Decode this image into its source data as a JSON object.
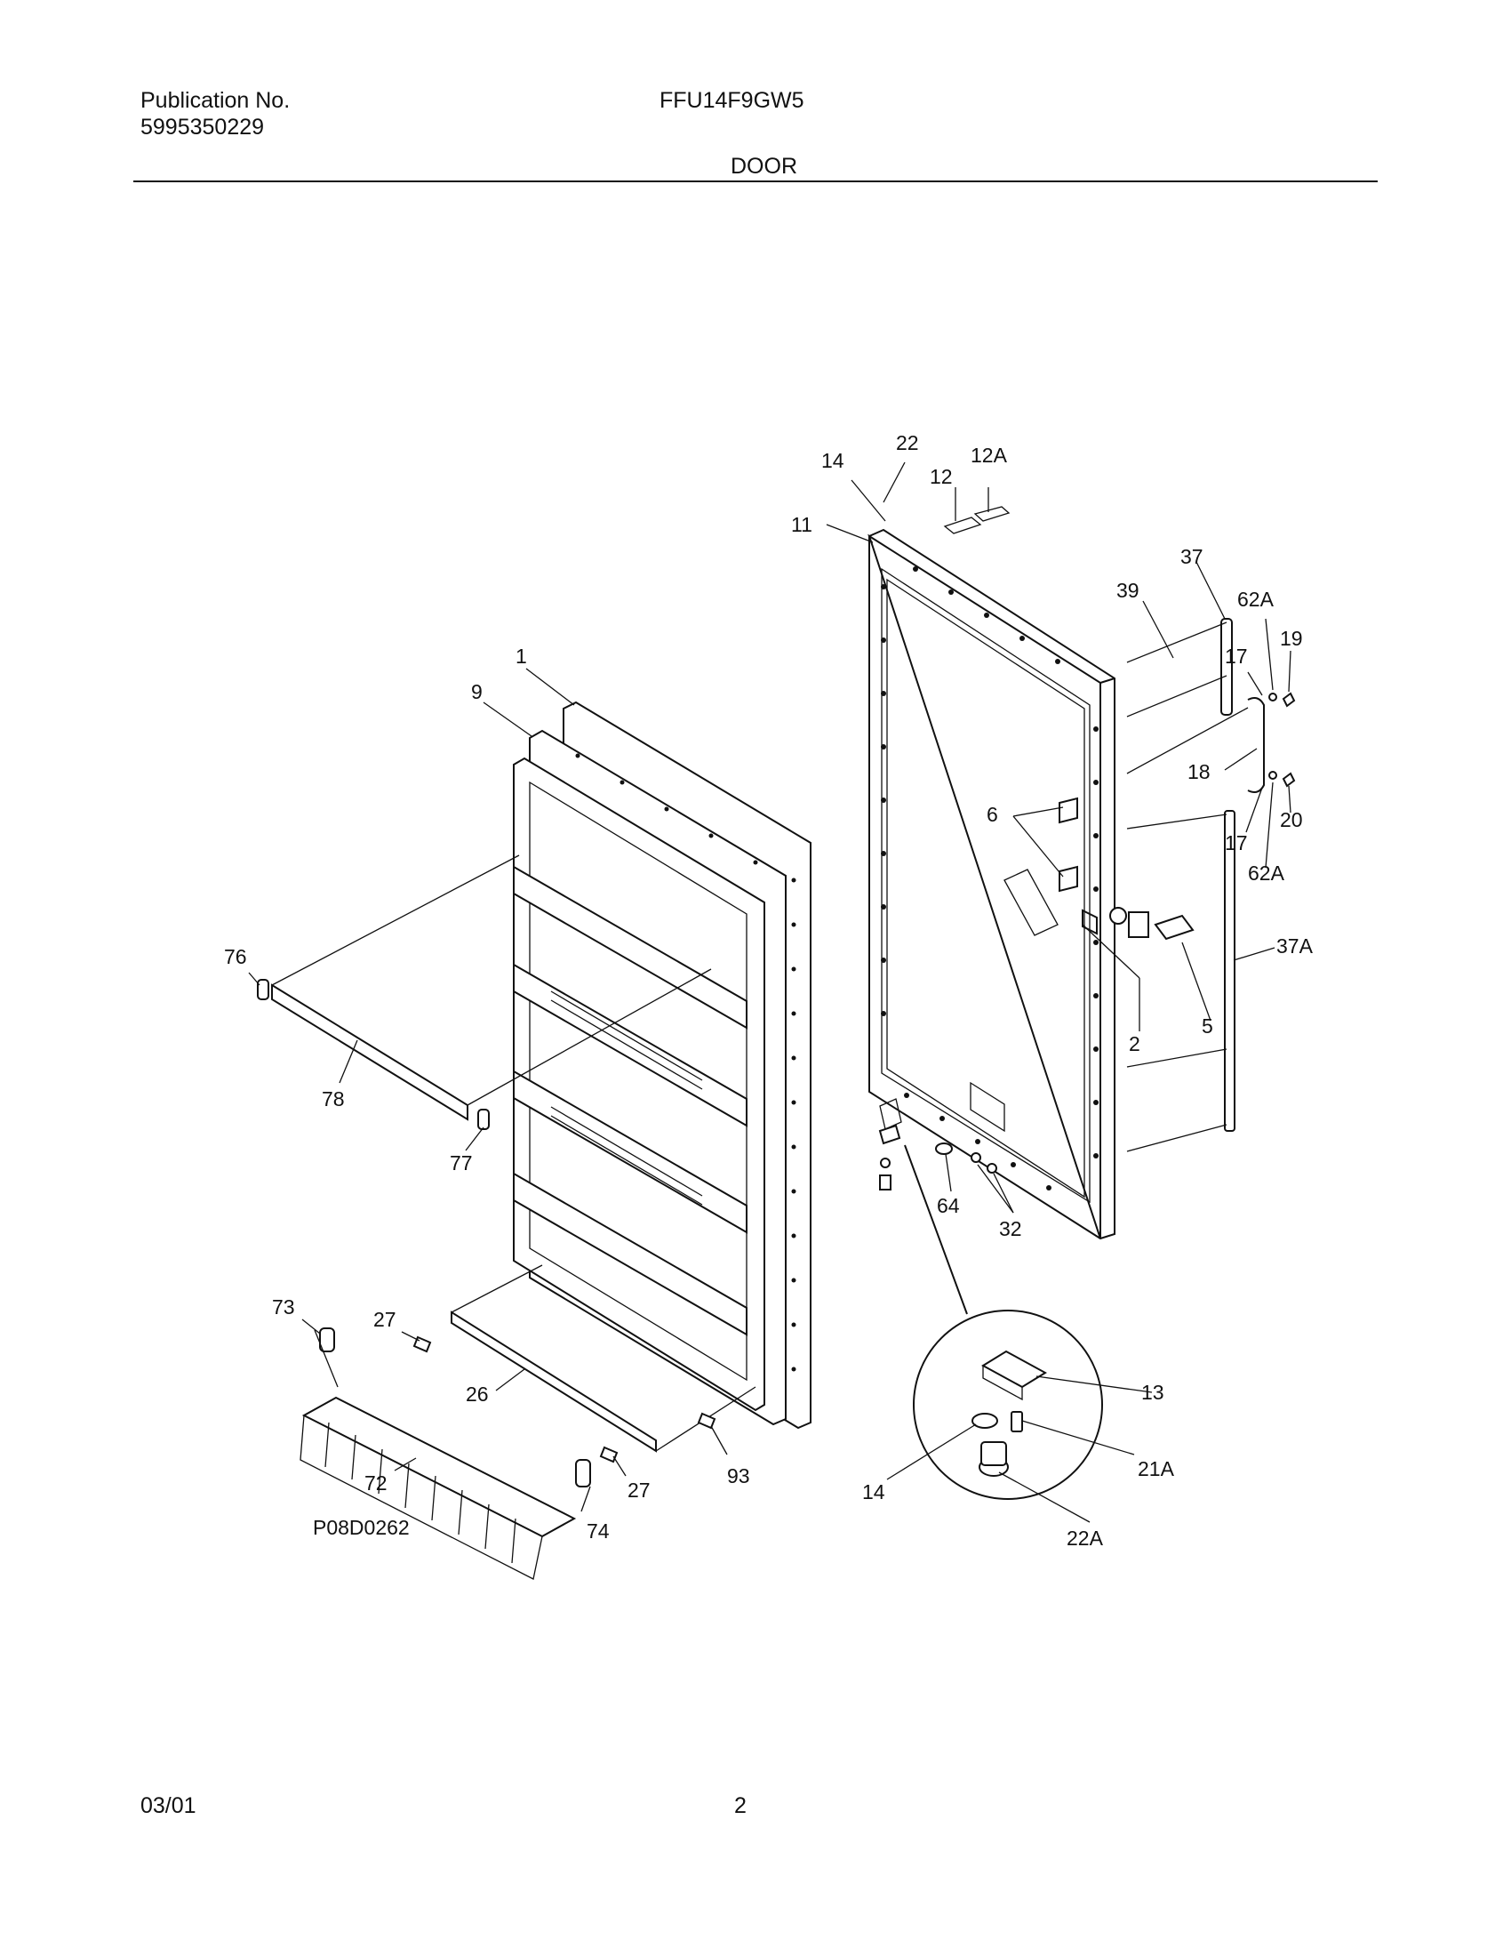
{
  "header": {
    "publication_label": "Publication No.",
    "publication_number": "5995350229",
    "model": "FFU14F9GW5",
    "section": "DOOR"
  },
  "diagram": {
    "drawing_id": "P08D0262",
    "callouts": {
      "c22": "22",
      "c14": "14",
      "c12": "12",
      "c12a": "12A",
      "c11": "11",
      "c37": "37",
      "c39": "39",
      "c62a_top": "62A",
      "c19": "19",
      "c17_top": "17",
      "c1": "1",
      "c9": "9",
      "c18": "18",
      "c6": "6",
      "c20": "20",
      "c17_bottom": "17",
      "c62a_bottom": "62A",
      "c76": "76",
      "c37a": "37A",
      "c5": "5",
      "c2": "2",
      "c78": "78",
      "c77": "77",
      "c64": "64",
      "c32": "32",
      "c73": "73",
      "c27_top": "27",
      "c13": "13",
      "c26": "26",
      "c21a": "21A",
      "c72": "72",
      "c27_bottom": "27",
      "c93": "93",
      "c14_detail": "14",
      "c74": "74",
      "c22a": "22A"
    }
  },
  "footer": {
    "date": "03/01",
    "page": "2"
  }
}
